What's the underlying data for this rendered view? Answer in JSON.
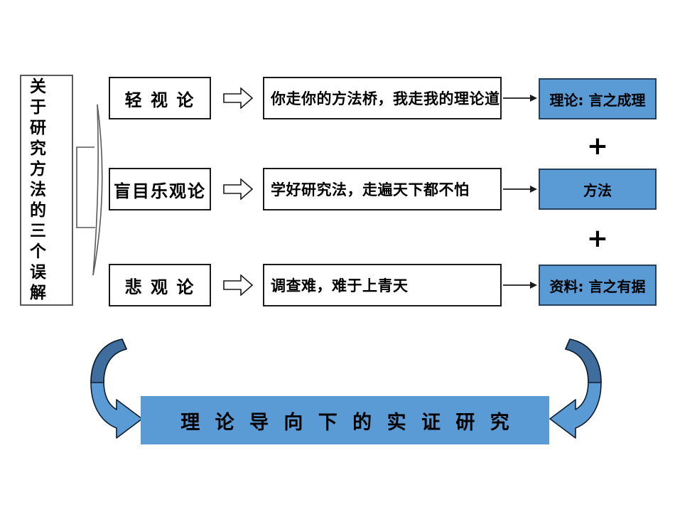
{
  "colors": {
    "box_blue": "#5b9bd5",
    "arrow_dark_blue": "#3e6d9e",
    "box_border_dark": "#24405a",
    "line_color": "#1a1a1a",
    "gray_border": "#595959"
  },
  "left_panel": {
    "lines": [
      "关于",
      "研究",
      "方法",
      "的",
      "三个",
      "误解"
    ]
  },
  "rows": [
    {
      "label": "轻 视 论",
      "statement": "你走你的方法桥，我走我的理论道",
      "result": "理论: 言之成理"
    },
    {
      "label": "盲目乐观论",
      "statement": "学好研究法，走遍天下都不怕",
      "result": "方法"
    },
    {
      "label": "悲 观 论",
      "statement": "调查难，难于上青天",
      "result": "资料: 言之有据"
    }
  ],
  "plus": "+",
  "bottom": {
    "conclusion": "理 论 导 向 下 的 实 证 研 究"
  }
}
